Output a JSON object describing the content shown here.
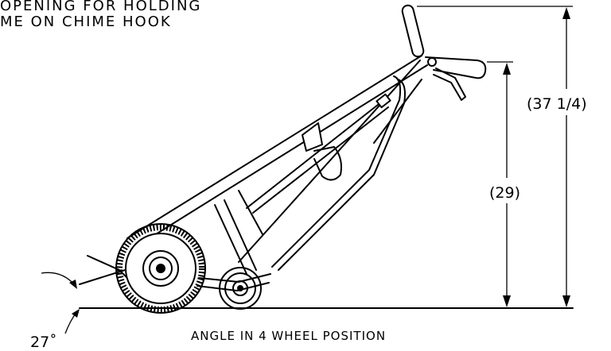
{
  "notes": {
    "line1": "OPENING FOR HOLDING",
    "line2": "ME ON CHIME HOOK"
  },
  "dimensions": {
    "overall_height": "(37  1/4)",
    "handle_height": "(29)",
    "angle": "27˚"
  },
  "caption": "ANGLE IN 4 WHEEL POSITION"
}
